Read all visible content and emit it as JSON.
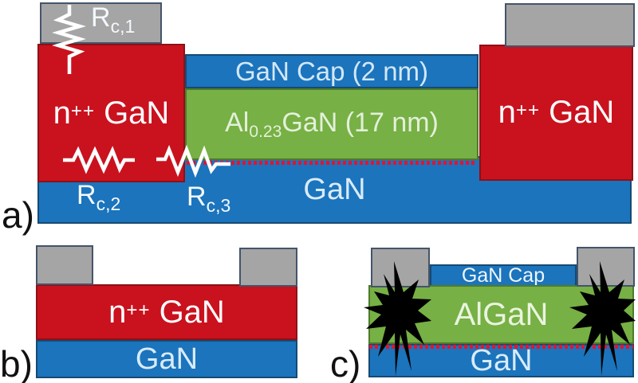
{
  "panel_a": {
    "label": "a)",
    "cap_label": "GaN Cap (2 nm)",
    "algan": {
      "pre": "Al",
      "sub": "0.23",
      "post": "GaN (17 nm)"
    },
    "gan_label": "GaN",
    "ngan_left": {
      "pre": "n",
      "sup": "++",
      "post": " GaN"
    },
    "ngan_right": {
      "pre": "n",
      "sup": "++",
      "post": " GaN"
    },
    "r1": {
      "base": "R",
      "sub": "c,1"
    },
    "r2": {
      "base": "R",
      "sub": "c,2"
    },
    "r3": {
      "base": "R",
      "sub": "c,3"
    }
  },
  "panel_b": {
    "label": "b)",
    "ngan": {
      "pre": "n",
      "sup": "++",
      "post": " GaN"
    },
    "gan_label": "GaN"
  },
  "panel_c": {
    "label": "c)",
    "cap_label": "GaN Cap",
    "algan_label": "AlGaN",
    "gan_label": "GaN"
  },
  "colors": {
    "red_layer": "#C9121E",
    "blue_layer": "#1B74BC",
    "green_layer": "#77B044",
    "gray_contact": "#A5A5A5",
    "dotted_line": "#E8112D"
  }
}
